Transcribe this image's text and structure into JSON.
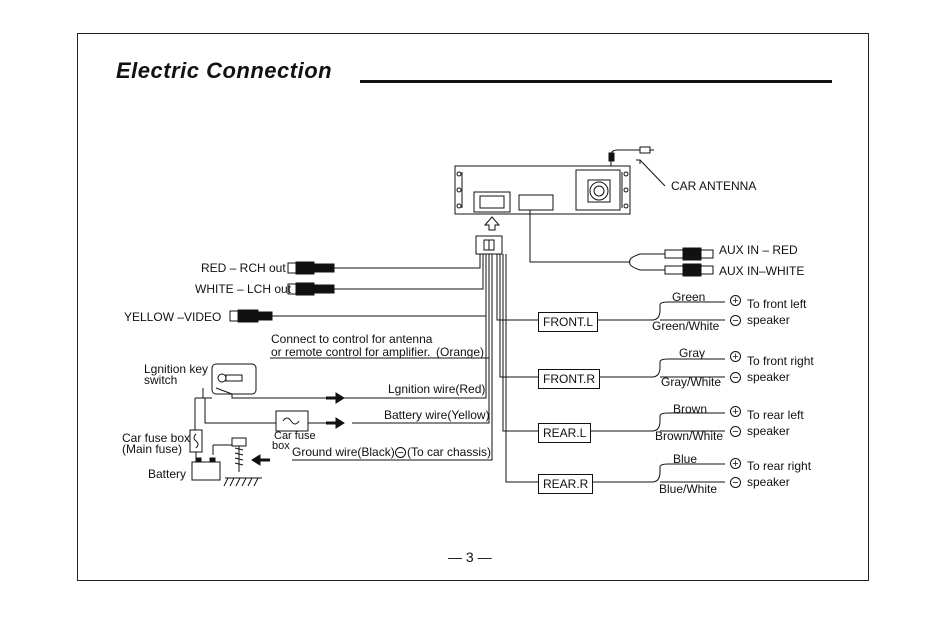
{
  "title": "Electric Connection",
  "page_number": "— 3 —",
  "antenna_label": "CAR ANTENNA",
  "aux_inputs": [
    "AUX IN – RED",
    "AUX IN–WHITE"
  ],
  "rca_outputs": [
    "RED  – RCH out",
    "WHITE – LCH out",
    "YELLOW –VIDEO"
  ],
  "antenna_control": {
    "line1": "Connect to control for antenna",
    "line2": "or remote control for amplifier.",
    "color": "(Orange)"
  },
  "power": {
    "ignition_switch": [
      "Lgnition key",
      "switch"
    ],
    "ignition_wire": "Lgnition wire(Red)",
    "battery_wire": "Battery wire(Yellow)",
    "car_fuse_small": [
      "Car fuse",
      "box"
    ],
    "main_fuse": [
      "Car fuse box",
      "(Main fuse)"
    ],
    "battery": "Battery",
    "ground_wire": "Ground wire(Black)",
    "ground_dest": "(To car chassis)",
    "minus_symbol": "−"
  },
  "speakers": [
    {
      "channel": "FRONT.L",
      "plus_wire": "Green",
      "minus_wire": "Green/White",
      "dest1": "To front left",
      "dest2": "speaker"
    },
    {
      "channel": "FRONT.R",
      "plus_wire": "Gray",
      "minus_wire": "Gray/White",
      "dest1": "To front right",
      "dest2": "speaker"
    },
    {
      "channel": "REAR.L",
      "plus_wire": "Brown",
      "minus_wire": "Brown/White",
      "dest1": "To rear left",
      "dest2": "speaker"
    },
    {
      "channel": "REAR.R",
      "plus_wire": "Blue",
      "minus_wire": "Blue/White",
      "dest1": "To rear right",
      "dest2": "speaker"
    }
  ],
  "symbols": {
    "plus": "+",
    "minus": "−"
  }
}
